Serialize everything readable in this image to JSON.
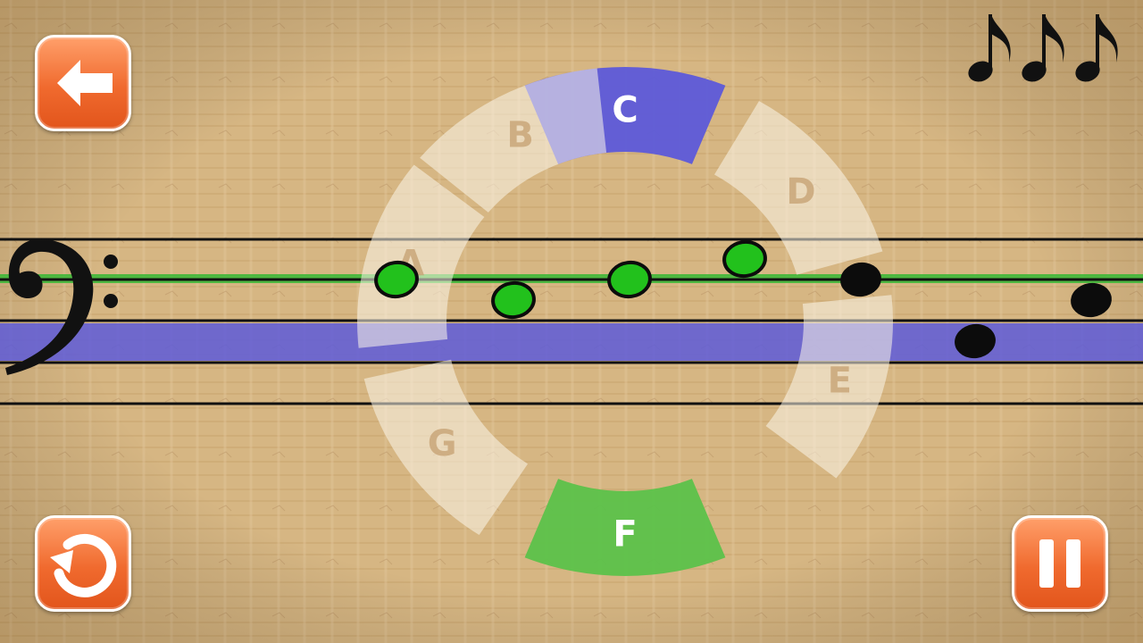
{
  "wheel": {
    "segments": [
      {
        "note": "C",
        "state": "selected",
        "color": "#5d5ad9"
      },
      {
        "note": "D",
        "state": "idle"
      },
      {
        "note": "E",
        "state": "idle"
      },
      {
        "note": "F",
        "state": "correct",
        "color": "#5cc24a"
      },
      {
        "note": "G",
        "state": "idle"
      },
      {
        "note": "A",
        "state": "idle"
      },
      {
        "note": "B",
        "state": "idle"
      }
    ]
  },
  "staff": {
    "clef": "bass-clef",
    "highlight_green": "#3fb83a",
    "highlight_blue": "#5d5ad9"
  },
  "notes": [
    {
      "state": "correct"
    },
    {
      "state": "correct"
    },
    {
      "state": "correct"
    },
    {
      "state": "correct"
    },
    {
      "state": "pending"
    },
    {
      "state": "pending"
    },
    {
      "state": "pending"
    }
  ],
  "lives": {
    "count": 3,
    "icon": "eighth-note-icon"
  },
  "buttons": {
    "back": {
      "icon": "back-arrow-icon"
    },
    "restart": {
      "icon": "restart-icon"
    },
    "pause": {
      "icon": "pause-icon"
    }
  }
}
